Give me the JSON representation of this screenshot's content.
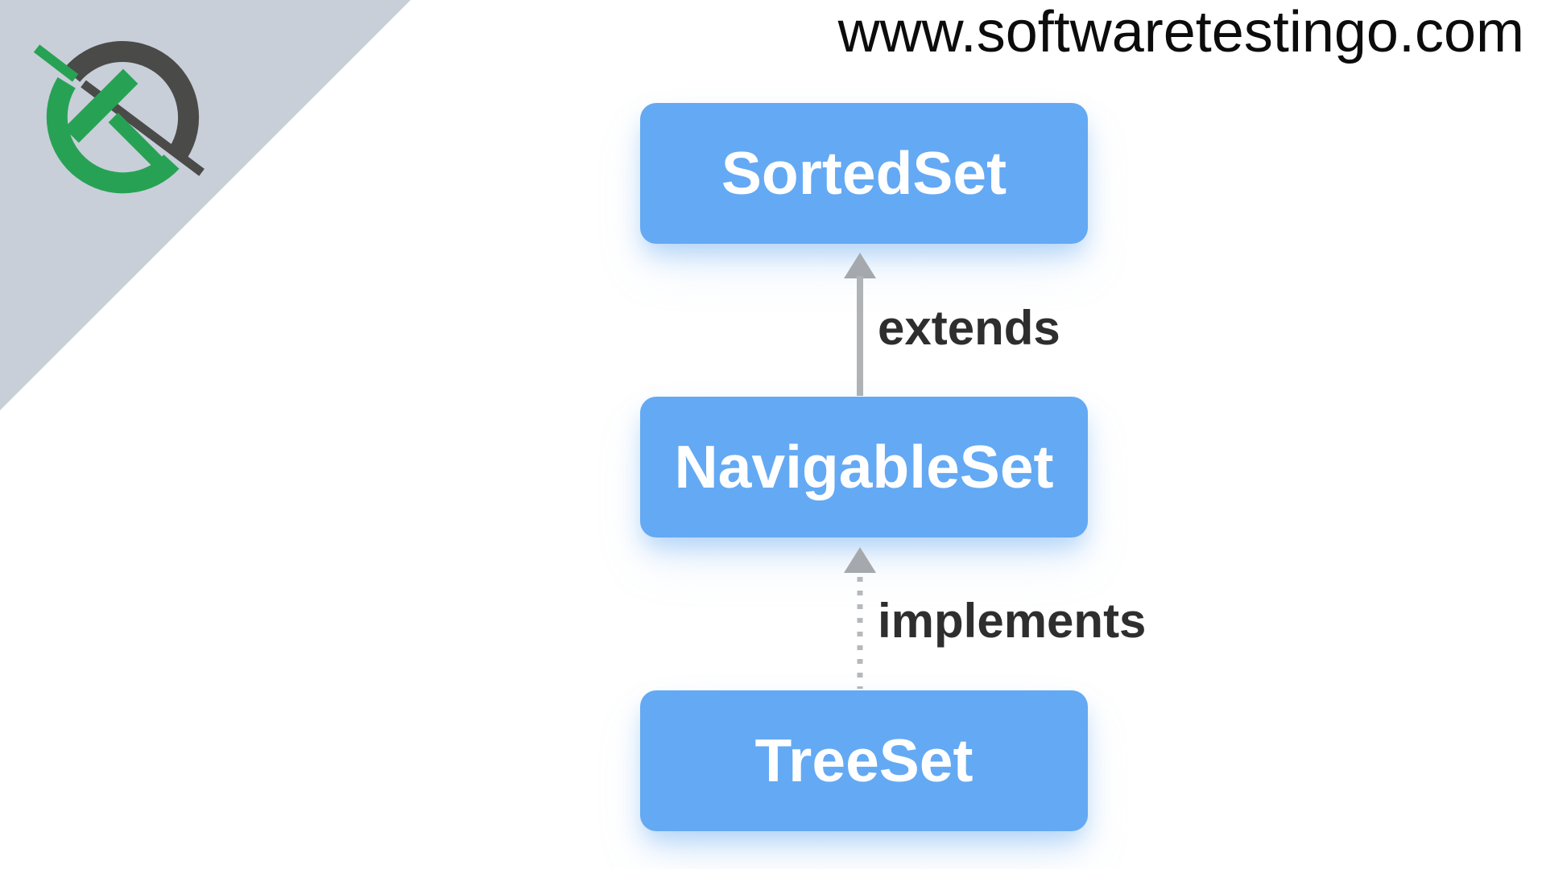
{
  "header": {
    "site_url": "www.softwaretestingo.com"
  },
  "diagram": {
    "nodes": [
      {
        "id": "sorted-set",
        "label": "SortedSet"
      },
      {
        "id": "navigable-set",
        "label": "NavigableSet"
      },
      {
        "id": "tree-set",
        "label": "TreeSet"
      }
    ],
    "edges": [
      {
        "from": "NavigableSet",
        "to": "SortedSet",
        "label": "extends",
        "line_style": "solid"
      },
      {
        "from": "TreeSet",
        "to": "NavigableSet",
        "label": "implements",
        "line_style": "dotted"
      }
    ]
  },
  "colors": {
    "node_fill": "#64a9f3",
    "node_text": "#ffffff",
    "node_shadow": "rgba(100,169,242,0.42)",
    "edge_line": "#b0b3b6",
    "edge_dotted": "#b6b9bc",
    "edge_head": "#a5a9ad",
    "label_text": "#2e2e2e",
    "header_text": "#0c0c0c",
    "corner_triangle": "#c8cfd9",
    "logo_green": "#27a254",
    "logo_dark": "#4a4a48"
  }
}
